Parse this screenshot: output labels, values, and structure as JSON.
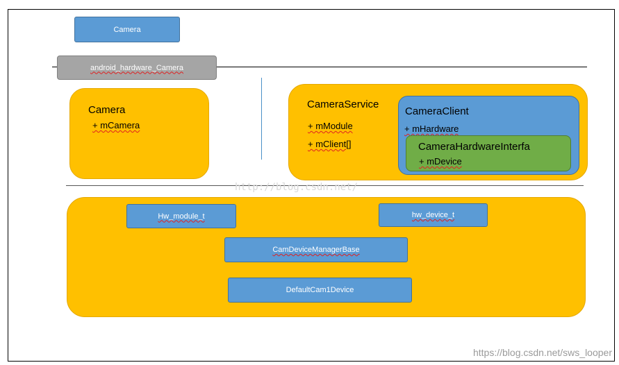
{
  "top": {
    "camera_label": "Camera",
    "jni_label": "android_hardware_Camera"
  },
  "client_panel": {
    "title": "Camera",
    "member": "+ mCamera"
  },
  "service_panel": {
    "title": "CameraService",
    "members": [
      "+ mModule",
      "+ mClient[]"
    ],
    "client": {
      "title": "CameraClient",
      "member": "+ mHardware"
    },
    "hal_interface": {
      "title": "CameraHardwareInterfa",
      "member": "+ mDevice"
    }
  },
  "hal_panel": {
    "hw_module": "Hw_module_t",
    "hw_device": "hw_device_t",
    "manager": "CamDeviceManagerBase",
    "device": "DefaultCam1Device"
  },
  "watermarks": {
    "center": "http://blog.csdn.net/",
    "corner": "https://blog.csdn.net/sws_looper"
  },
  "colors": {
    "orange": "#ffc000",
    "blue": "#5b9bd5",
    "green": "#70ad47",
    "gray": "#a5a5a5"
  }
}
